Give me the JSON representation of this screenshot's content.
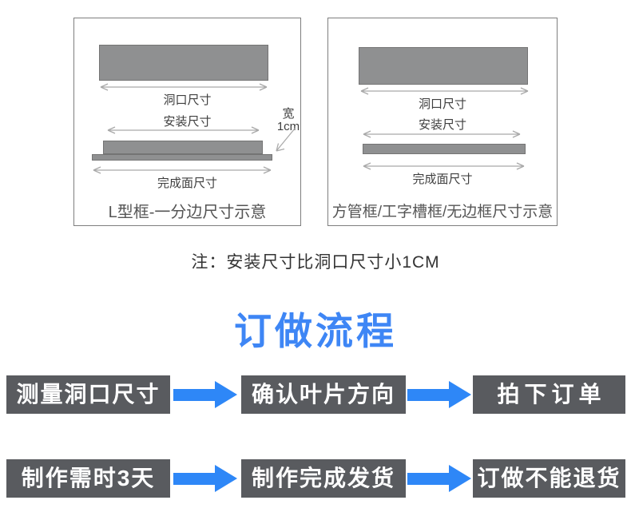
{
  "colors": {
    "heading_blue": "#3E86F5",
    "arrow_blue": "#2E87F7",
    "flow_box_gray": "#595B5F",
    "diagram_gray": "#8f9091"
  },
  "diagrams": {
    "left": {
      "opening_label": "洞口尺寸",
      "install_label": "安装尺寸",
      "width_note": {
        "line1": "宽",
        "line2": "1cm"
      },
      "finished_label": "完成面尺寸",
      "caption": "L型框-一分边尺寸示意"
    },
    "right": {
      "opening_label": "洞口尺寸",
      "install_label": "安装尺寸",
      "finished_label": "完成面尺寸",
      "caption": "方管框/工字槽框/无边框尺寸示意"
    }
  },
  "note": "注：安装尺寸比洞口尺寸小1CM",
  "process": {
    "heading": "订做流程",
    "steps_row1": [
      "测量洞口尺寸",
      "确认叶片方向",
      "拍下订单"
    ],
    "steps_row2": [
      "制作需时3天",
      "制作完成发货",
      "订做不能退货"
    ]
  }
}
